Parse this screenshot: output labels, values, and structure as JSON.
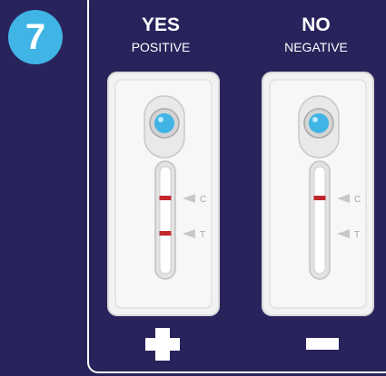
{
  "step": {
    "number": "7"
  },
  "results": {
    "positive": {
      "answer": "YES",
      "label": "POSITIVE",
      "sign": "plus",
      "control_line": true,
      "test_line": true
    },
    "negative": {
      "answer": "NO",
      "label": "NEGATIVE",
      "sign": "minus",
      "control_line": true,
      "test_line": false
    }
  },
  "markers": {
    "control": "C",
    "test": "T"
  },
  "colors": {
    "background": "#29235c",
    "badge": "#3fb4e5",
    "line": "#c1272d",
    "sample_well": "#3fb4e5"
  }
}
